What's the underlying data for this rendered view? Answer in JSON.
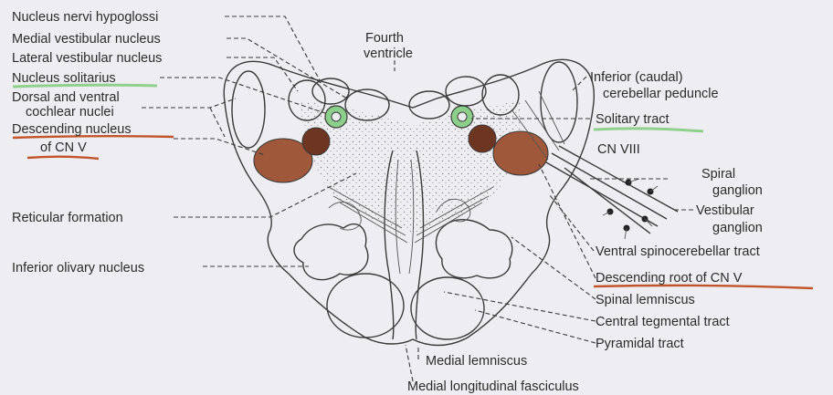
{
  "structures": {
    "fourth_ventricle": [
      "Fourth",
      "ventricle"
    ],
    "cn_viii": "CN VIII"
  },
  "left_labels": {
    "nucleus_nervi_hypoglossi": "Nucleus nervi hypoglossi",
    "medial_vestibular_nucleus": "Medial vestibular nucleus",
    "lateral_vestibular_nucleus": "Lateral vestibular nucleus",
    "nucleus_solitarius": "Nucleus solitarius",
    "cochlear_nuclei": [
      "Dorsal and ventral",
      "cochlear nuclei"
    ],
    "descending_nucleus_cnv": [
      "Descending nucleus",
      "of CN V"
    ],
    "reticular_formation": "Reticular formation",
    "inferior_olivary_nucleus": "Inferior olivary nucleus"
  },
  "right_labels": {
    "inferior_cerebellar_peduncle": [
      "Inferior (caudal)",
      "cerebellar peduncle"
    ],
    "solitary_tract": "Solitary tract",
    "spiral_ganglion": [
      "Spiral",
      "ganglion"
    ],
    "vestibular_ganglion": [
      "Vestibular",
      "ganglion"
    ],
    "ventral_spinocerebellar_tract": "Ventral spinocerebellar tract",
    "descending_root_cnv": "Descending root of CN V",
    "spinal_lemniscus": "Spinal lemniscus",
    "central_tegmental_tract": "Central tegmental tract",
    "pyramidal_tract": "Pyramidal tract"
  },
  "bottom_labels": {
    "medial_lemniscus": "Medial lemniscus",
    "medial_longitudinal_fasciculus": "Medial longitudinal fasciculus"
  },
  "colors": {
    "background": "#eeedf1",
    "line": "#3a3a3a",
    "trigeminal_nucleus_fill": "#a0583a",
    "trigeminal_nucleus_dark": "#6e3522",
    "solitarius_fill": "#8ccf8a",
    "highlight_green": "#8fd08c",
    "highlight_red": "#c0552c",
    "stipple": "#8a8a8a"
  }
}
